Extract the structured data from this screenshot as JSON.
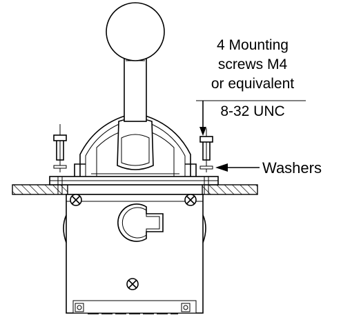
{
  "annotations": {
    "mounting": {
      "line1": "4 Mounting",
      "line2": "screws M4",
      "line3": "or equivalent",
      "line4": "8-32 UNC"
    },
    "washers": "Washers"
  },
  "colors": {
    "line": "#000000",
    "background": "#ffffff"
  }
}
